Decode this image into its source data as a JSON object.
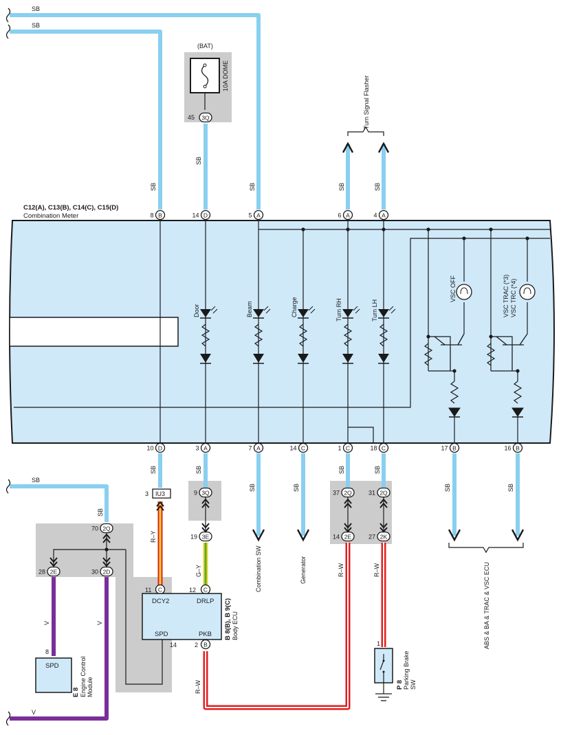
{
  "colors": {
    "sb_wire": "#89cff0",
    "meter_fill": "#cfe9f9",
    "junction_box": "#cccccc",
    "violet_wire": "#7a2e99",
    "red_wire": "#e02020",
    "red_white_inner": "#ffffff",
    "yellow": "#f2d22e",
    "green": "#55b030"
  },
  "top_wires": {
    "wire_a": "SB",
    "wire_b": "SB"
  },
  "dome_fuse": {
    "source": "(BAT)",
    "name": "10A DOME",
    "pin": "45",
    "connector": "3Q",
    "wire": "SB"
  },
  "turn_signal": {
    "label": "Turn Signal Flasher",
    "wire_rh": "SB",
    "wire_lh": "SB"
  },
  "meter": {
    "connectors": "C12(A), C13(B), C14(C), C15(D)",
    "name": "Combination Meter",
    "top_pins": [
      {
        "num": "8",
        "conn": "B",
        "wire": "SB"
      },
      {
        "num": "14",
        "conn": "D",
        "wire": "SB"
      },
      {
        "num": "5",
        "conn": "A",
        "wire": "SB"
      },
      {
        "num": "6",
        "conn": "A",
        "wire": "SB"
      },
      {
        "num": "4",
        "conn": "A",
        "wire": "SB"
      }
    ],
    "indicators": [
      "Door",
      "Beam",
      "Charge",
      "Turn RH",
      "Turn LH"
    ],
    "vsc_off": "VSC OFF",
    "vsc_trac_line1": "VSC TRAC (*3)",
    "vsc_trac_line2": "VSC TRC (*4)",
    "bottom_pins": [
      {
        "num": "10",
        "conn": "D",
        "wire": "SB"
      },
      {
        "num": "3",
        "conn": "A",
        "wire": "SB"
      },
      {
        "num": "7",
        "conn": "A",
        "wire": "SB"
      },
      {
        "num": "14",
        "conn": "C",
        "wire": "SB"
      },
      {
        "num": "1",
        "conn": "C",
        "wire": "SB"
      },
      {
        "num": "18",
        "conn": "C",
        "wire": "SB"
      },
      {
        "num": "17",
        "conn": "B",
        "wire": "SB"
      },
      {
        "num": "16",
        "conn": "B",
        "wire": "SB"
      }
    ]
  },
  "destinations": {
    "combination_sw": "Combination SW",
    "generator": "Generator",
    "abs": "ABS & BA & TRAC & VSC ECU"
  },
  "iu3": {
    "pin": "3",
    "name": "IU3",
    "wire": "R–Y"
  },
  "jb_3q": {
    "pin_top": "9",
    "conn_top": "3Q",
    "pin_bot": "19",
    "conn_bot": "3E",
    "wire": "G–Y"
  },
  "jb_2q": {
    "left": {
      "pin_top": "37",
      "conn_top": "2Q",
      "pin_bot": "14",
      "conn_bot": "2E",
      "wire": "R–W"
    },
    "right": {
      "pin_top": "31",
      "conn_top": "2Q",
      "pin_bot": "27",
      "conn_bot": "2K",
      "wire": "R–W"
    }
  },
  "left_jb": {
    "wire_in": "SB",
    "top": {
      "pin": "70",
      "conn": "2Q",
      "wire": "SB"
    },
    "left": {
      "pin": "28",
      "conn": "2E",
      "wire": "V"
    },
    "right": {
      "pin": "30",
      "conn": "2D",
      "wire": "V"
    }
  },
  "ecm": {
    "code": "E 8",
    "name_line1": "Engine Control",
    "name_line2": "Module",
    "pin": "8",
    "terminal": "SPD"
  },
  "body_ecu": {
    "code": "B 8(B), B 9(C)",
    "name": "Body ECU",
    "terms": {
      "dcy2": "DCY2",
      "drlp": "DRLP",
      "spd": "SPD",
      "pkb": "PKB"
    },
    "pin_dcy2": "11",
    "conn_dcy2": "C",
    "pin_drlp": "12",
    "conn_drlp": "C",
    "pin_spd": "14",
    "pin_pkb": "2",
    "conn_pkb": "B",
    "wire_pkb": "R–W"
  },
  "parking_brake": {
    "code": "P 8",
    "name_line1": "Parking Brake",
    "name_line2": "SW",
    "pin": "1"
  },
  "bottom_wire": {
    "label": "V"
  }
}
